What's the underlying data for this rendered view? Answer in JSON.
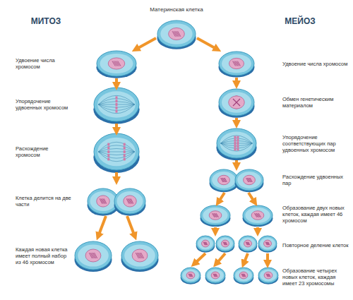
{
  "diagram": {
    "labels": [
      "МИТОЗ",
      "Материнская клетка",
      "МЕЙОЗ",
      "Удвоение числа хромосом",
      "Упорядочение удвоенных хромосом",
      "Расхождение хромосом",
      "Клетка делится на две части",
      "Каждая новая клетка имеет полный набор из 46 хромосом",
      "Удвоение числа хромосом",
      "Обмен генетическим материалом",
      "Упорядочение соответствующих пар удвоенных хромосом",
      "Расхождение удвоенных пар",
      "Образование двух новых клеток, каждая имеет 46 хромосом",
      "Повторное деление клеток",
      "Образование четырех новых клеток, каждая имеет 23 хромосомы"
    ]
  }
}
